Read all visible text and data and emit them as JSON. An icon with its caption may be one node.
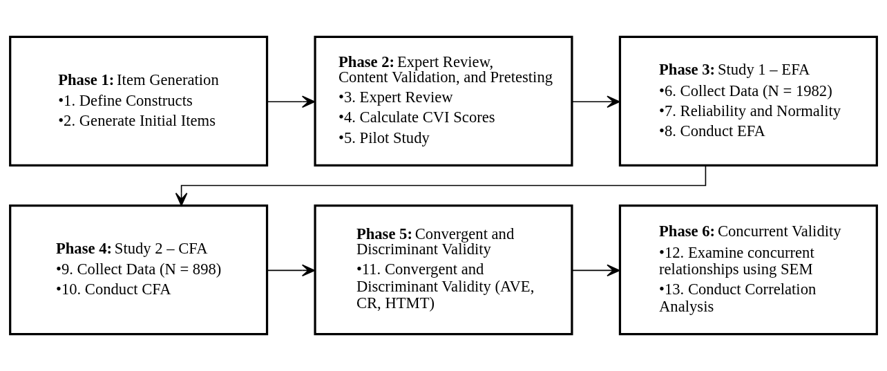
{
  "diagram": {
    "nodes": [
      {
        "text": [
          "**Phase 1:** Item Generation",
          "•1. Define Constructs",
          "•2. Generate Initial Items"
        ]
      },
      {
        "text": [
          "**Phase 2:** Expert Review, Content Validation, and Pretesting",
          "•3. Expert Review",
          "•4. Calculate CVI Scores",
          "•5. Pilot Study"
        ]
      },
      {
        "text": [
          "**Phase 3:** Study 1 – EFA",
          "•6. Collect Data (N = 1982)",
          "•7. Reliability and Normality",
          "•8. Conduct EFA"
        ]
      },
      {
        "text": [
          "**Phase 4:** Study 2 – CFA",
          "•9. Collect Data (N = 898)",
          "•10. Conduct CFA"
        ]
      },
      {
        "text": [
          "**Phase 5:** Convergent and Discriminant Validity",
          "•11. Convergent and Discriminant Validity (AVE, CR, HTMT)"
        ]
      },
      {
        "text": [
          "**Phase 6:** Concurrent Validity",
          "•12. Examine concurrent relationships using SEM",
          "•13. Conduct Correlation Analysis"
        ]
      }
    ],
    "edges": [
      {
        "from": 0,
        "to": 1,
        "arrow": "to"
      },
      {
        "from": 1,
        "to": 2,
        "arrow": "to"
      },
      {
        "from": 2,
        "to": 3,
        "arrow": "to"
      },
      {
        "from": 3,
        "to": 4,
        "arrow": "to"
      },
      {
        "from": 4,
        "to": 5,
        "arrow": "to"
      }
    ]
  }
}
